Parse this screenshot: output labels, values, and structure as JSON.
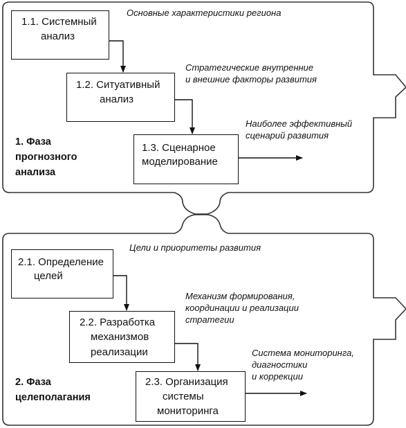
{
  "phase1": {
    "label_lines": [
      "1. Фаза",
      "прогнозного",
      "анализа"
    ],
    "box1_lines": [
      "1.1. Системный",
      "анализ"
    ],
    "box2_lines": [
      "1.2. Ситуативный",
      "анализ"
    ],
    "box3_lines": [
      "1.3. Сценарное",
      "моделирование"
    ],
    "note1": "Основные характеристики региона",
    "note2_lines": [
      "Стратегические внутренние",
      "и внешние факторы развития"
    ],
    "note3_lines": [
      "Наиболее эффективный",
      "сценарий развития"
    ]
  },
  "phase2": {
    "label_lines": [
      "2. Фаза",
      "целеполагания"
    ],
    "box1_lines": [
      "2.1. Определение",
      "целей"
    ],
    "box2_lines": [
      "2.2. Разработка",
      "механизмов",
      "реализации"
    ],
    "box3_lines": [
      "2.3. Организация",
      "системы",
      "мониторинга"
    ],
    "note1": "Цели и приоритеты развития",
    "note2_lines": [
      "Механизм формирования,",
      "координации и реализации",
      "стратегии"
    ],
    "note3_lines": [
      "Система мониторинга,",
      "диагностики",
      "и коррекции"
    ]
  }
}
